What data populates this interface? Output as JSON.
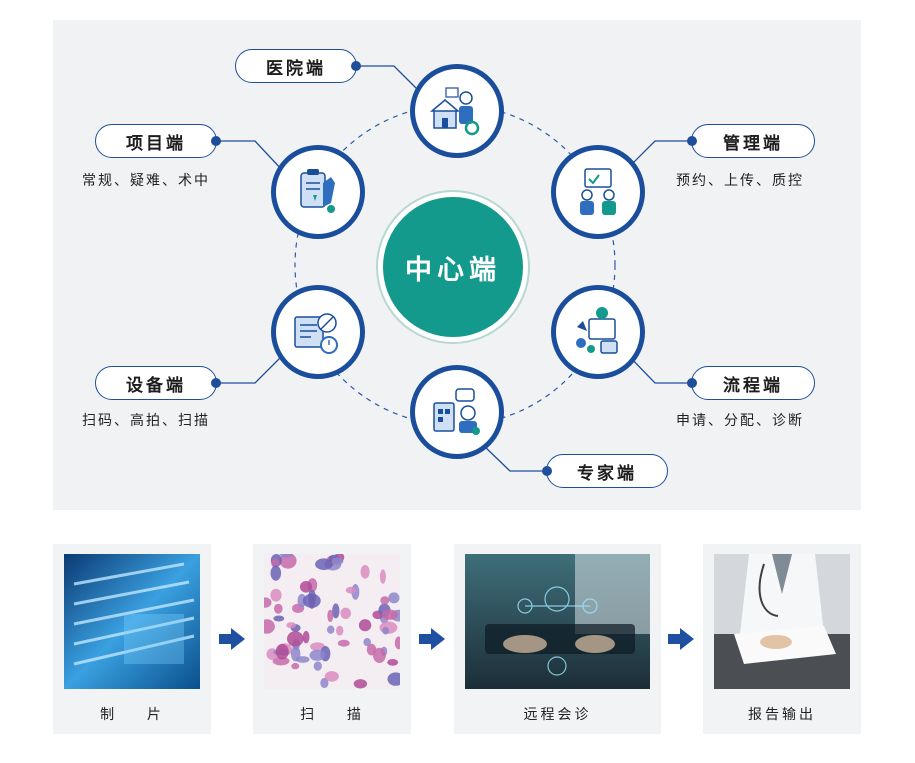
{
  "center_label": "中心端",
  "nodes": {
    "hospital": {
      "label": "医院端"
    },
    "project": {
      "label": "项目端",
      "sub": "常规、疑难、术中"
    },
    "management": {
      "label": "管理端",
      "sub": "预约、上传、质控"
    },
    "device": {
      "label": "设备端",
      "sub": "扫码、高拍、扫描"
    },
    "process": {
      "label": "流程端",
      "sub": "申请、分配、诊断"
    },
    "expert": {
      "label": "专家端"
    }
  },
  "workflow": {
    "steps": [
      {
        "label": "制    片"
      },
      {
        "label": "扫    描"
      },
      {
        "label": "远程会诊"
      },
      {
        "label": "报告输出"
      }
    ]
  },
  "colors": {
    "accent_blue": "#1a4e9c",
    "center_teal": "#139a8c",
    "panel_bg": "#f1f2f4"
  }
}
